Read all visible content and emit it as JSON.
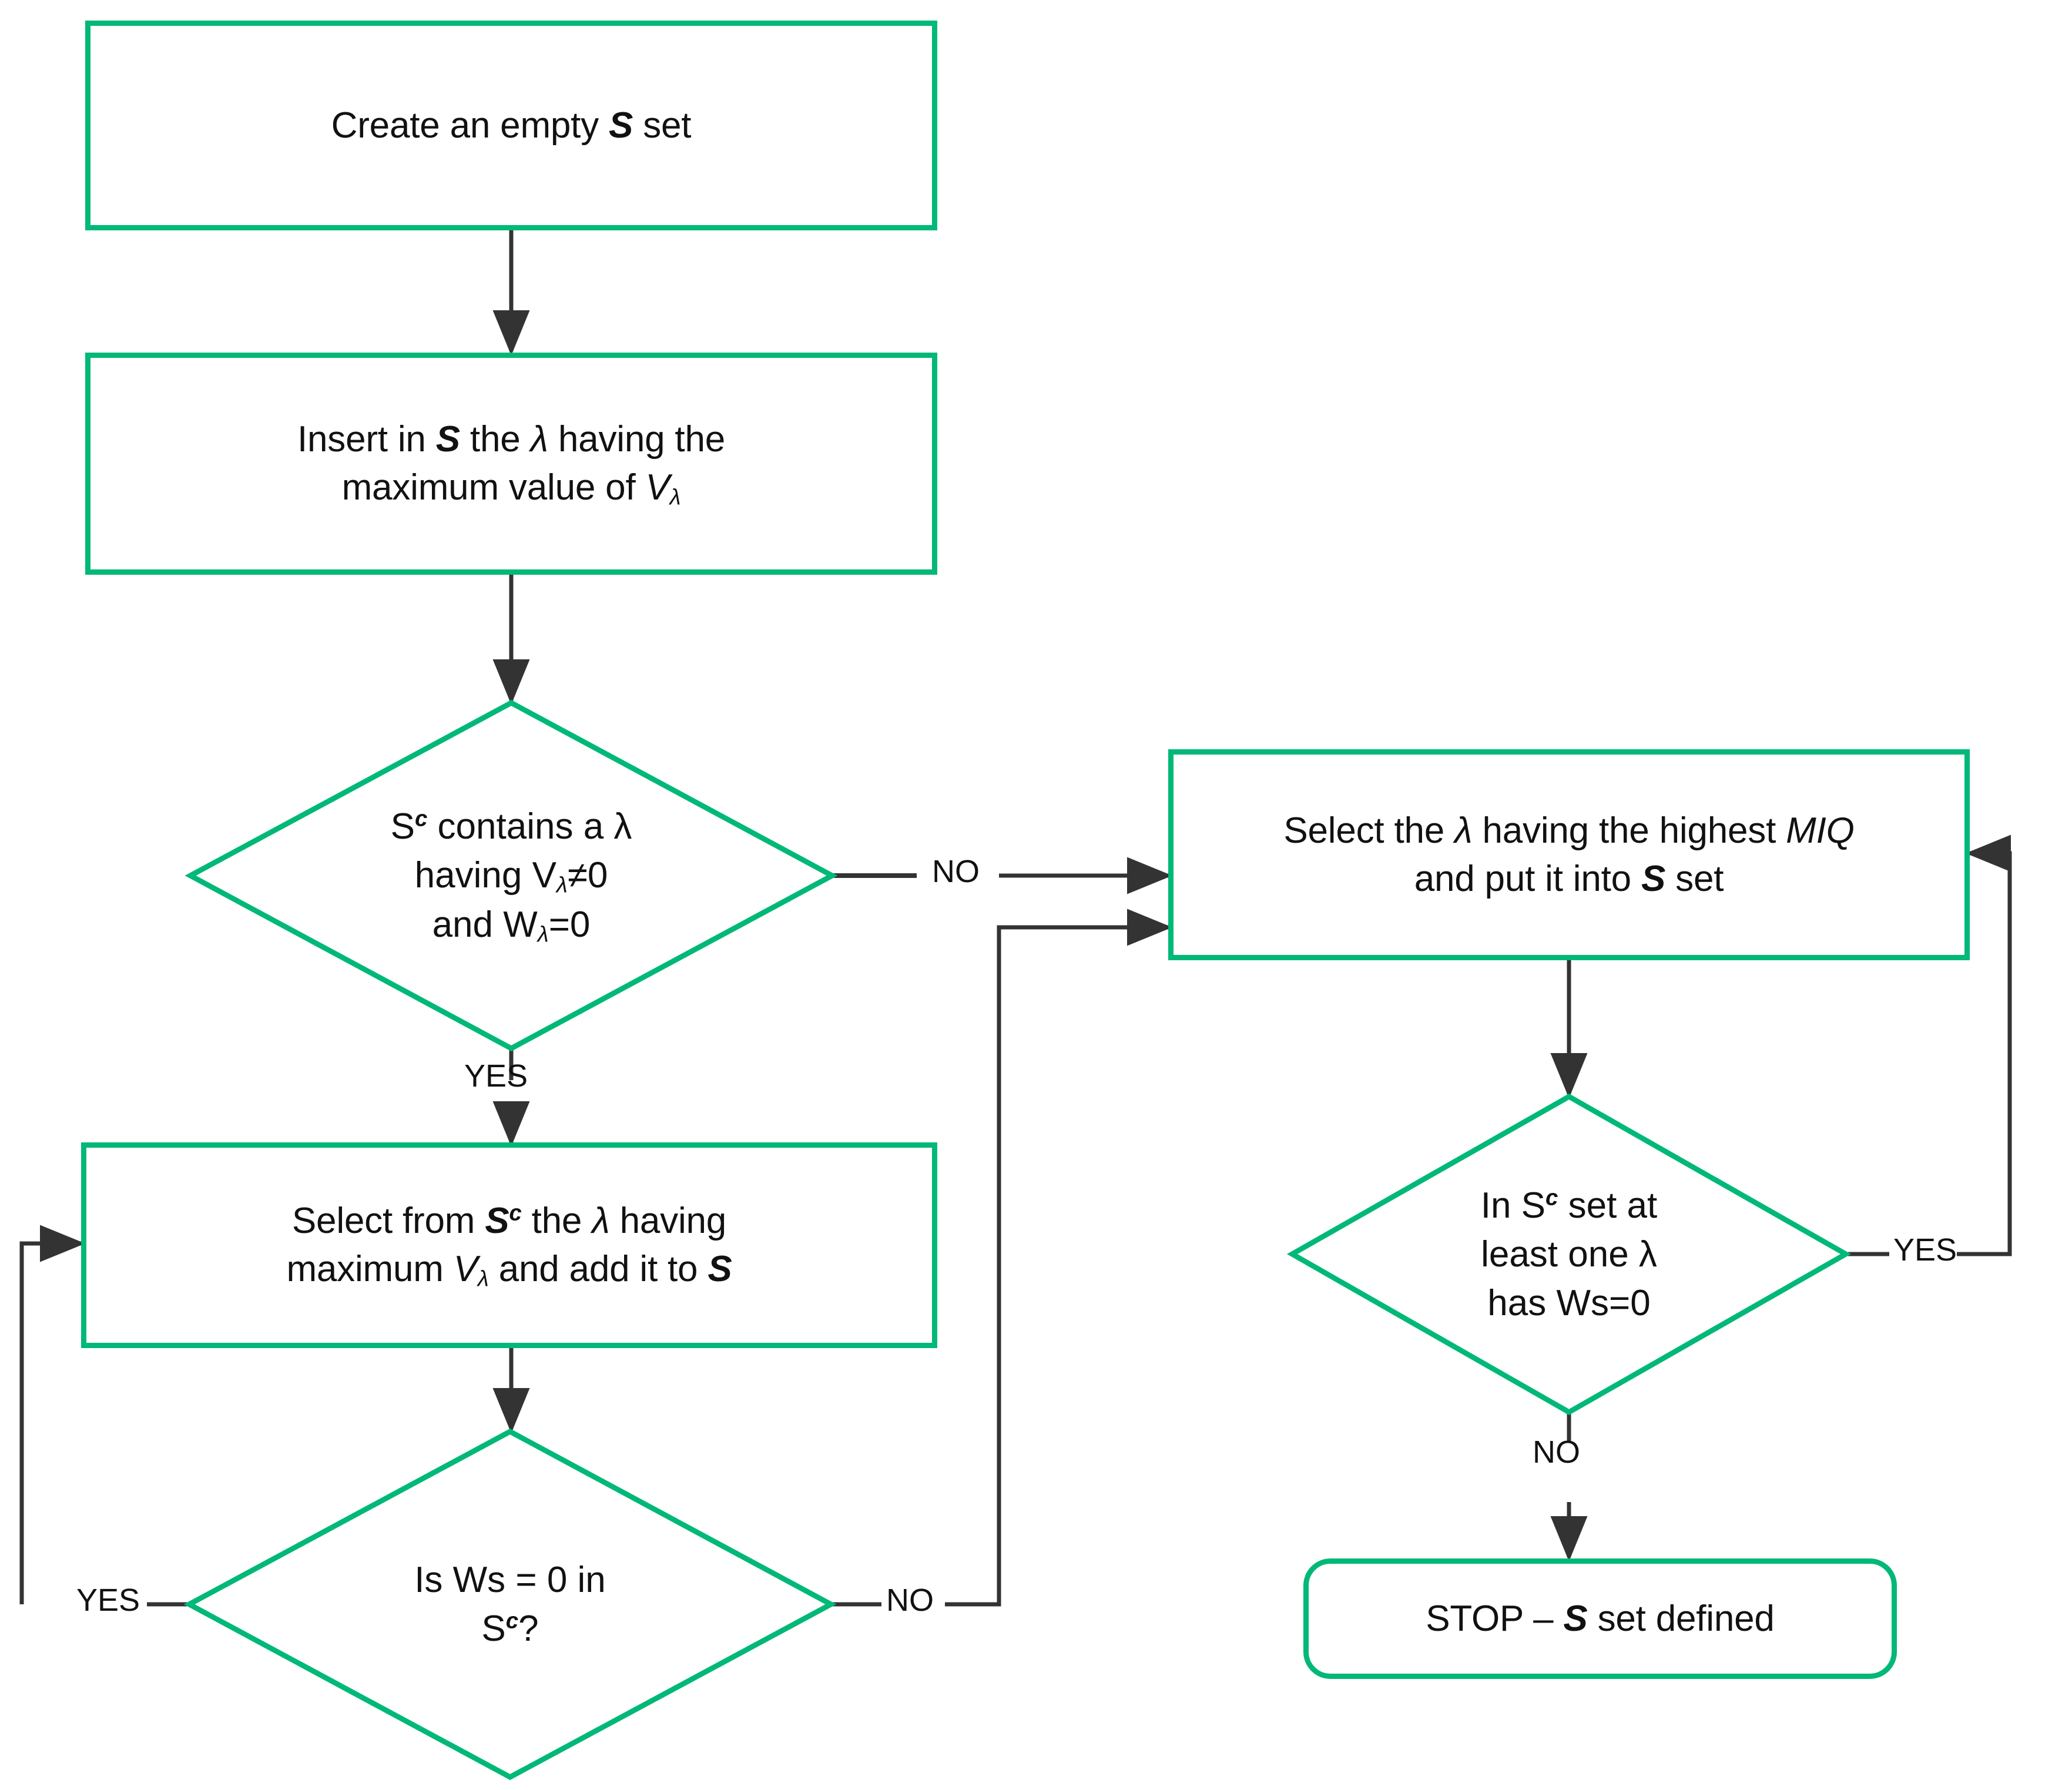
{
  "diagram": {
    "title": "Greedy set-selection flowchart",
    "accent_color": "#00b877",
    "line_color": "#333333",
    "background": "#ffffff"
  },
  "nodes": {
    "create_set": {
      "shape": "rectangle",
      "text": "Create an empty S set"
    },
    "insert_max": {
      "shape": "rectangle",
      "line1": "Insert in S the λ having the",
      "line2": "maximum value of Vλ"
    },
    "decision_contains": {
      "shape": "diamond",
      "line1": "Sc contains a λ",
      "line2": "having Vλ≠0",
      "line3": "and Wλ=0"
    },
    "select_miq": {
      "shape": "rectangle",
      "line1": "Select the λ having the highest MIQ",
      "line2": "and put it into S set"
    },
    "select_from_sc": {
      "shape": "rectangle",
      "line1": "Select from Sc the λ having",
      "line2": "maximum Vλ and add it to S"
    },
    "decision_ws_zero": {
      "shape": "diamond",
      "line1": "Is Ws = 0 in",
      "line2": "Sc?"
    },
    "decision_at_least_one": {
      "shape": "diamond",
      "line1": "In Sc set at",
      "line2": "least one λ",
      "line3": "has Ws=0"
    },
    "stop": {
      "shape": "rounded-rectangle",
      "text": "STOP – S set defined"
    }
  },
  "edge_labels": {
    "contains_no": "NO",
    "contains_yes": "YES",
    "ws_zero_yes": "YES",
    "ws_zero_no": "NO",
    "at_least_one_yes": "YES",
    "at_least_one_no": "NO"
  },
  "symbols": {
    "lambda": "λ",
    "not_equal": "≠",
    "superscript_c": "c",
    "subscript_lambda": "λ"
  },
  "flow": [
    {
      "from": "create_set",
      "to": "insert_max",
      "label": ""
    },
    {
      "from": "insert_max",
      "to": "decision_contains",
      "label": ""
    },
    {
      "from": "decision_contains",
      "to": "select_miq",
      "label": "NO"
    },
    {
      "from": "decision_contains",
      "to": "select_from_sc",
      "label": "YES"
    },
    {
      "from": "select_from_sc",
      "to": "decision_ws_zero",
      "label": ""
    },
    {
      "from": "decision_ws_zero",
      "to": "select_from_sc",
      "label": "YES"
    },
    {
      "from": "decision_ws_zero",
      "to": "select_miq",
      "label": "NO"
    },
    {
      "from": "select_miq",
      "to": "decision_at_least_one",
      "label": ""
    },
    {
      "from": "decision_at_least_one",
      "to": "select_miq",
      "label": "YES"
    },
    {
      "from": "decision_at_least_one",
      "to": "stop",
      "label": "NO"
    }
  ]
}
